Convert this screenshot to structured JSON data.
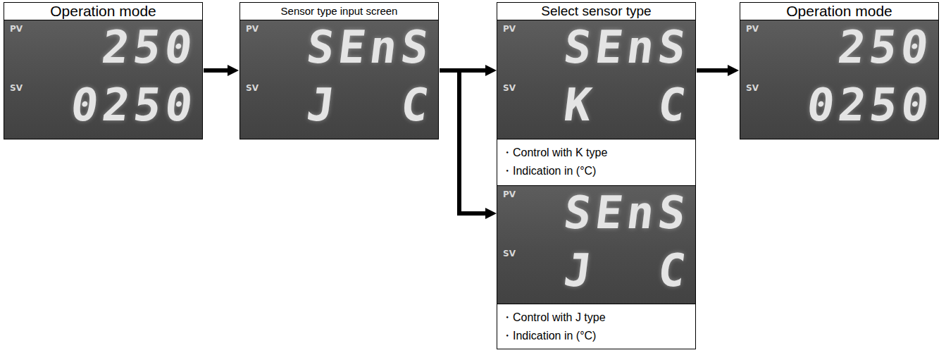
{
  "diagram": {
    "nodes": [
      {
        "text": [
          "Operation mode",
          "PV",
          "250",
          "SV",
          "0250"
        ]
      },
      {
        "text": [
          "Sensor type input screen",
          "PV",
          "SEnS",
          "SV",
          "J  C"
        ]
      },
      {
        "text": [
          "Select sensor type"
        ]
      },
      {
        "text": [
          "PV",
          "SEnS",
          "SV",
          "K  C",
          "・Control with K type",
          "・Indication in (°C)"
        ],
        "in": 2
      },
      {
        "text": [
          "PV",
          "SEnS",
          "SV",
          "J  C",
          "・Control with J type",
          "・Indication in (°C)"
        ],
        "in": 2
      },
      {
        "text": [
          "Operation mode",
          "PV",
          "250",
          "SV",
          "0250"
        ]
      }
    ],
    "edges": [
      {
        "from": 0,
        "to": 1,
        "arrow": "to"
      },
      {
        "from": 1,
        "to": 3,
        "arrow": "to"
      },
      {
        "from": 1,
        "to": 4,
        "arrow": "to"
      },
      {
        "from": 2,
        "to": 5,
        "arrow": "to"
      }
    ]
  }
}
